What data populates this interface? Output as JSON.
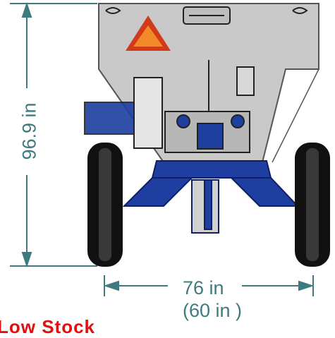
{
  "dimensions": {
    "height": "96.9 in",
    "width": "76 in",
    "width_alt": "(60 in )"
  },
  "footer": {
    "text": "Low Stock"
  },
  "colors": {
    "dimension": "#3d7b80",
    "hopper": "#c9c9c9",
    "frame_blue": "#1e3ea0",
    "tire": "#111111",
    "sign_orange": "#f28a2a",
    "footer_red": "#e01010"
  }
}
